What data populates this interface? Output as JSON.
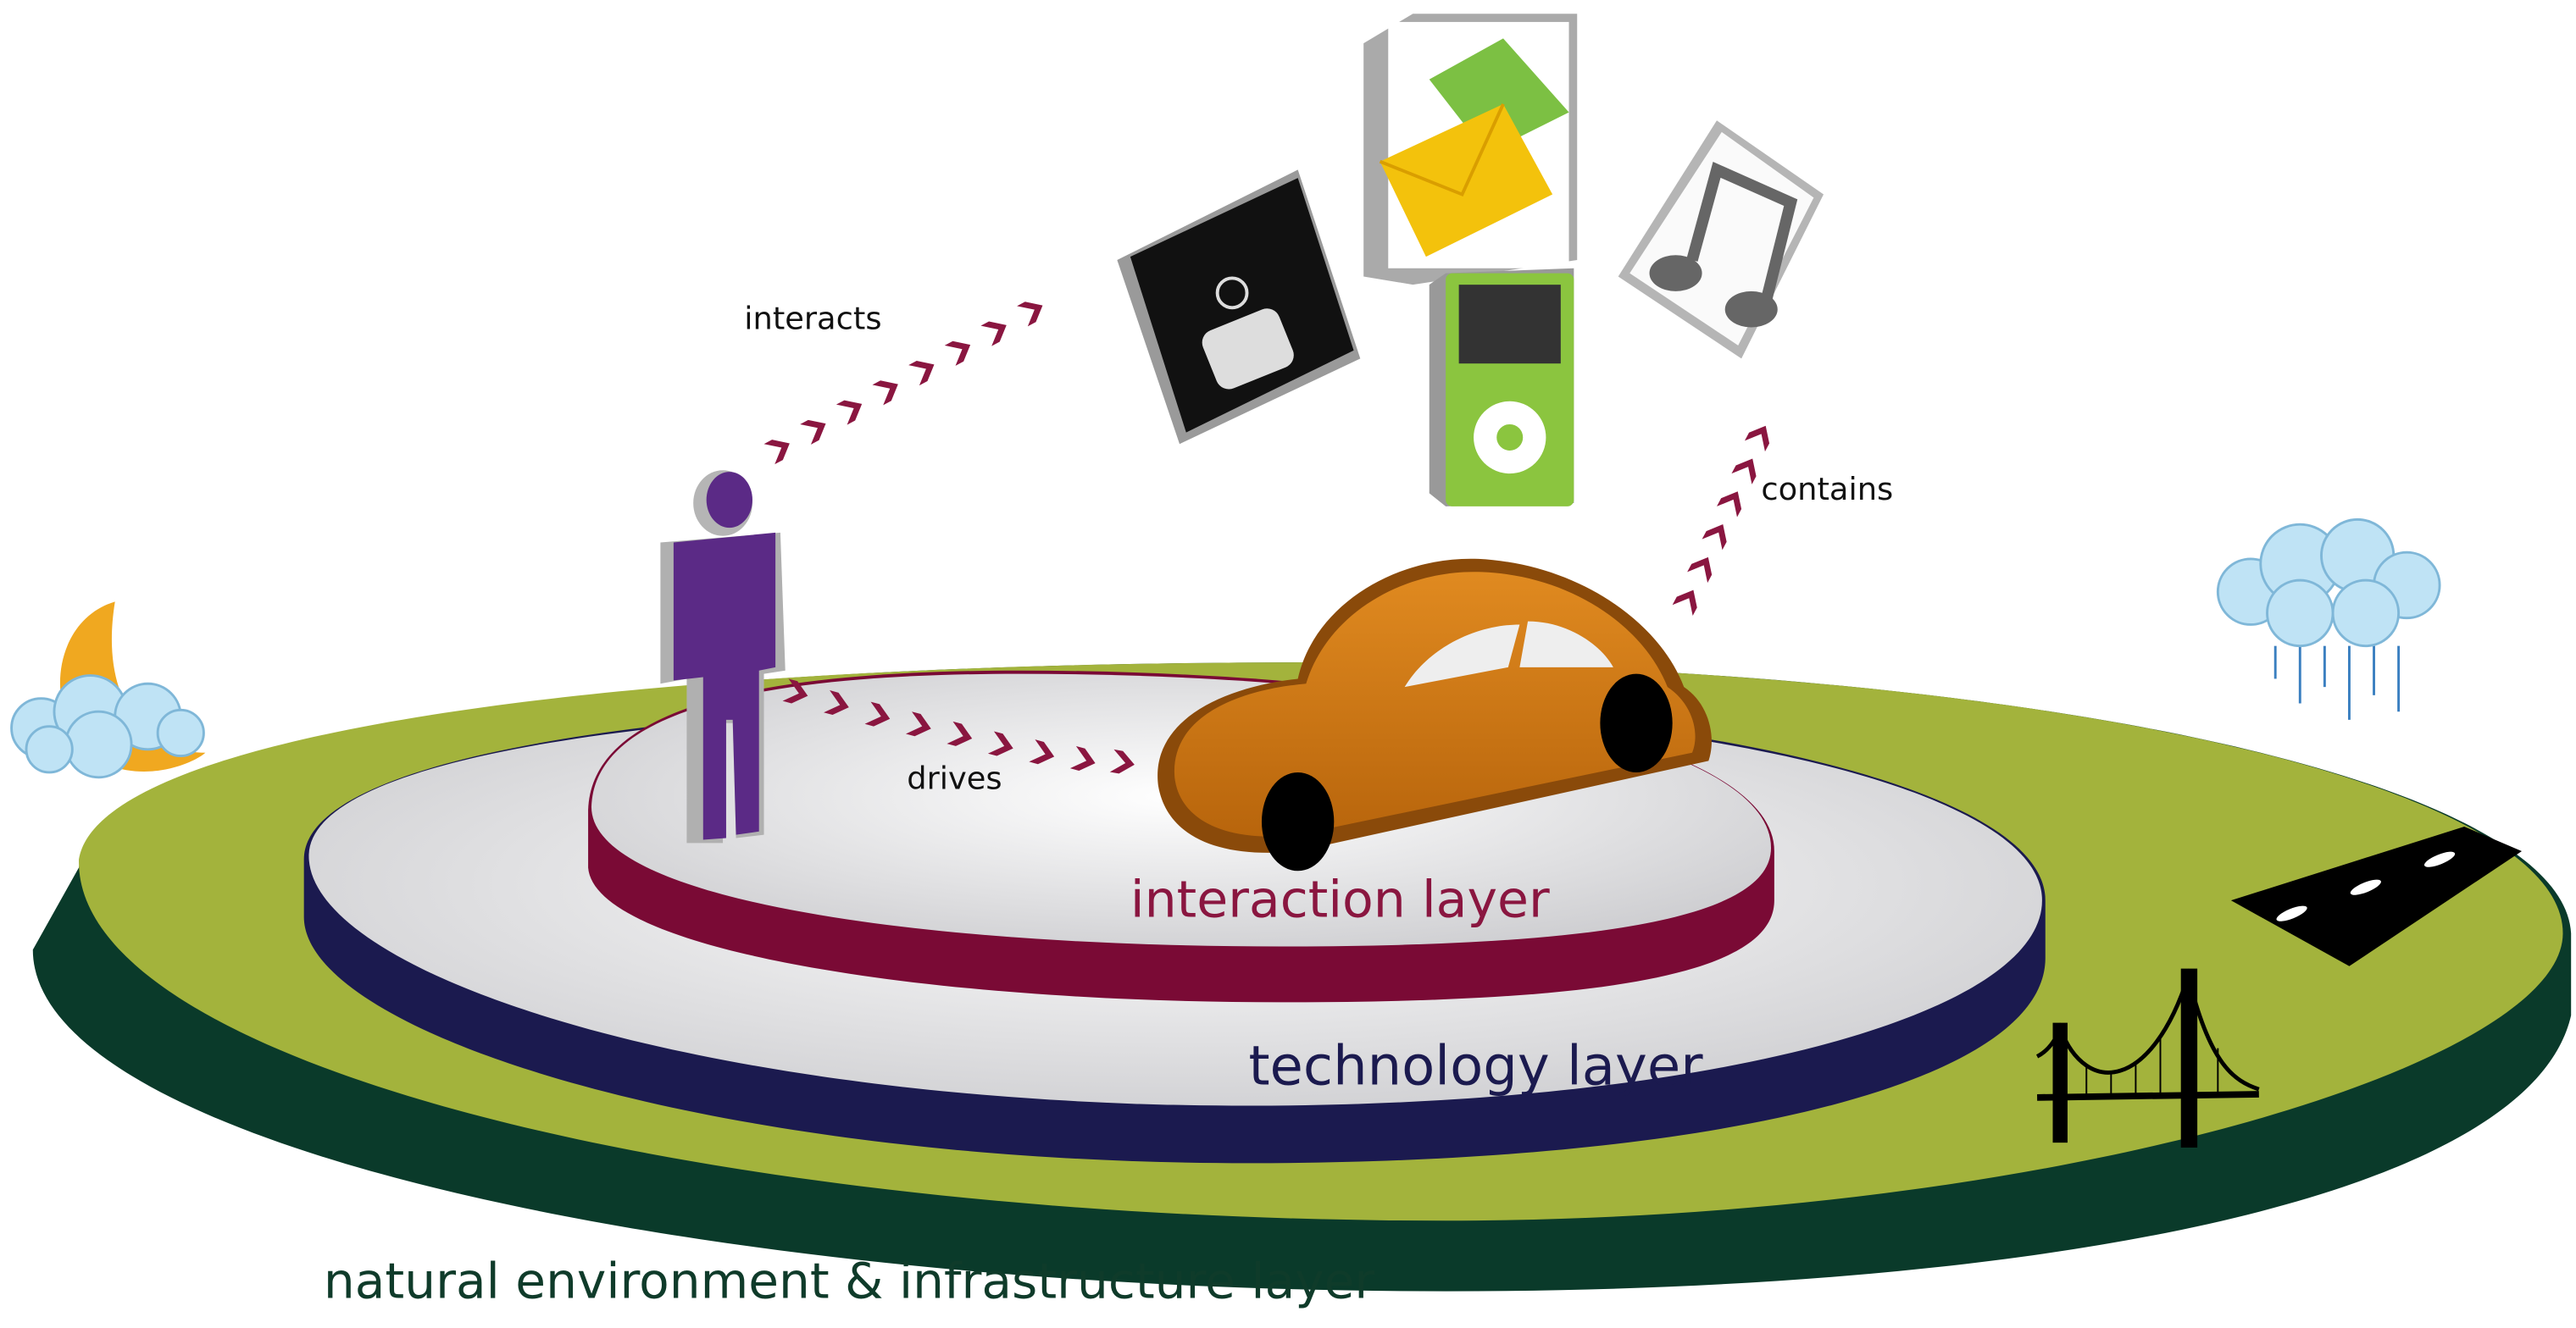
{
  "layers": {
    "natural": {
      "label": "natural environment & infrastructure layer",
      "color": "#0f3b2a",
      "surface": "#a3b33c"
    },
    "technology": {
      "label": "technology layer",
      "color": "#1b1a4f",
      "surface": "#e6e6e8"
    },
    "interaction": {
      "label": "interaction layer",
      "color": "#8a1640",
      "surface": "#dcdcde"
    }
  },
  "relations": {
    "interacts": "interacts",
    "drives": "drives",
    "contains": "contains"
  },
  "icons": [
    "driver-person-icon",
    "car-icon",
    "navigation-app-icon",
    "mail-icon",
    "music-player-icon",
    "music-note-icon",
    "moon-cloud-icon",
    "rain-cloud-icon",
    "road-icon",
    "bridge-icon"
  ]
}
